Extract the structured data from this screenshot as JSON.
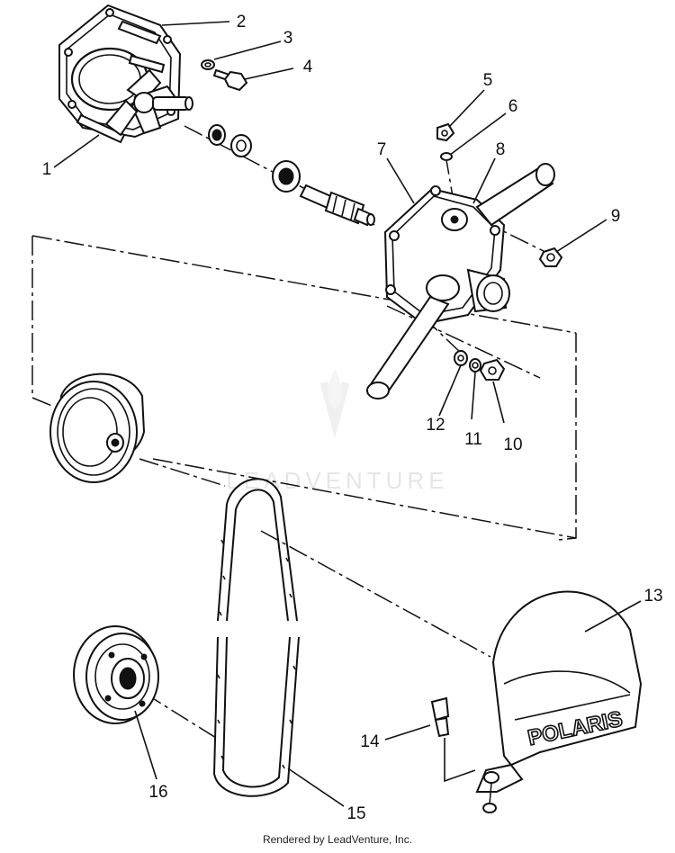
{
  "watermark": {
    "brand_text": "LEADVENTURE",
    "logo_icon": "flame-v-logo-icon"
  },
  "callouts": [
    "1",
    "2",
    "3",
    "4",
    "5",
    "6",
    "7",
    "8",
    "9",
    "10",
    "11",
    "12",
    "13",
    "14",
    "15",
    "16"
  ],
  "cover_logo_text": "POLARIS",
  "footer": {
    "rendered_by": "Rendered by LeadVenture, Inc."
  }
}
